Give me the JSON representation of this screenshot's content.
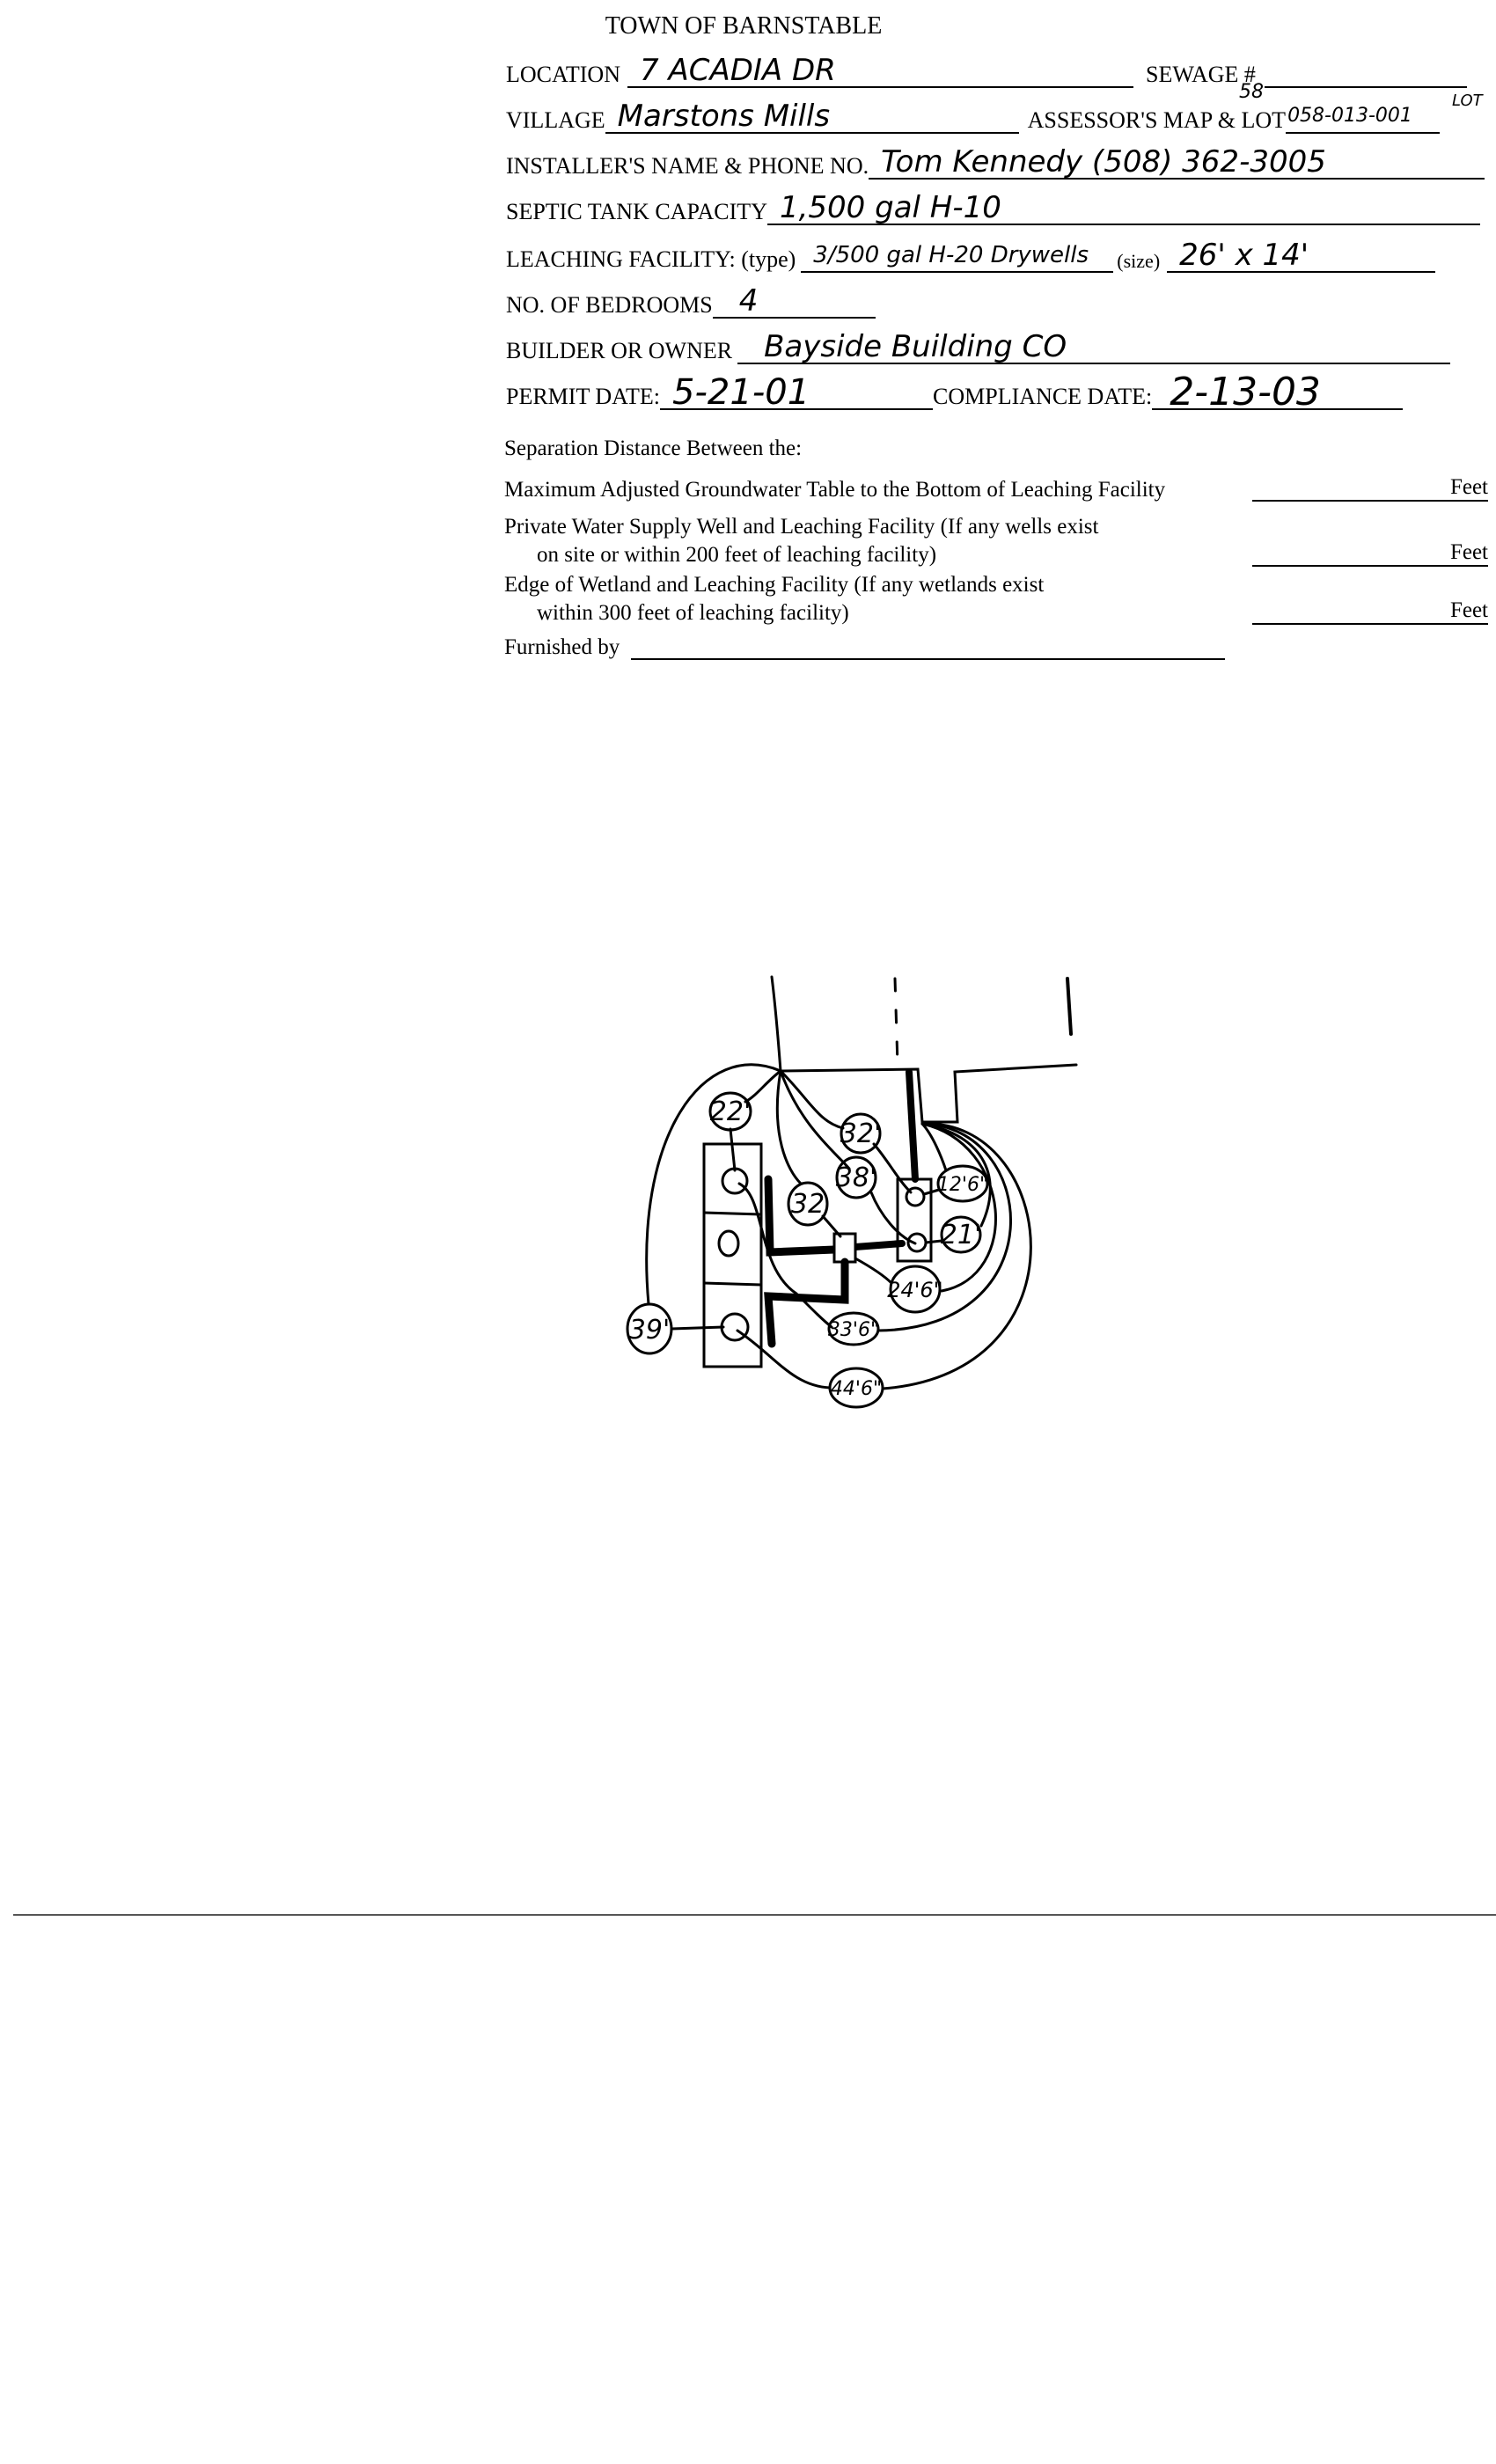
{
  "form": {
    "title": "TOWN OF BARNSTABLE",
    "location_label": "LOCATION",
    "location_value": "7 ACADIA DR",
    "sewage_label": "SEWAGE #",
    "sewage_value": "",
    "village_label": "VILLAGE",
    "village_value": "Marstons Mills",
    "assessor_label": "ASSESSOR'S MAP & LOT",
    "assessor_value": "058-013-001",
    "assessor_note_map": "58",
    "assessor_note_lot": "LOT",
    "installer_label": "INSTALLER'S NAME & PHONE NO.",
    "installer_value": "Tom Kennedy (508) 362-3005",
    "septic_label": "SEPTIC TANK CAPACITY",
    "septic_value": "1,500 gal H-10",
    "leaching_label": "LEACHING FACILITY: (type)",
    "leaching_type_value": "3/500 gal H-20 Drywells",
    "leaching_size_label": "(size)",
    "leaching_size_value": "26' x 14'",
    "bedrooms_label": "NO. OF BEDROOMS",
    "bedrooms_value": "4",
    "builder_label": "BUILDER OR OWNER",
    "builder_value": "Bayside Building CO",
    "permit_label": "PERMIT DATE:",
    "permit_value": "5-21-01",
    "compliance_label": "COMPLIANCE DATE:",
    "compliance_value": "2-13-03"
  },
  "separation": {
    "heading": "Separation Distance Between the:",
    "items": [
      {
        "line1": "Maximum Adjusted Groundwater Table to the Bottom of Leaching Facility",
        "line2": "",
        "unit": "Feet"
      },
      {
        "line1": "Private Water Supply Well and Leaching Facility  (If any wells exist",
        "line2": "on site or within 200 feet of leaching facility)",
        "unit": "Feet"
      },
      {
        "line1": "Edge of Wetland and Leaching Facility (If any wetlands exist",
        "line2": "within 300 feet of leaching facility)",
        "unit": "Feet"
      }
    ],
    "furnished_label": "Furnished by"
  },
  "sketch": {
    "labels": [
      "22'",
      "32'",
      "38'",
      "32",
      "12'6\"",
      "21'",
      "24'6\"",
      "33'6\"",
      "39'",
      "44'6\""
    ]
  }
}
